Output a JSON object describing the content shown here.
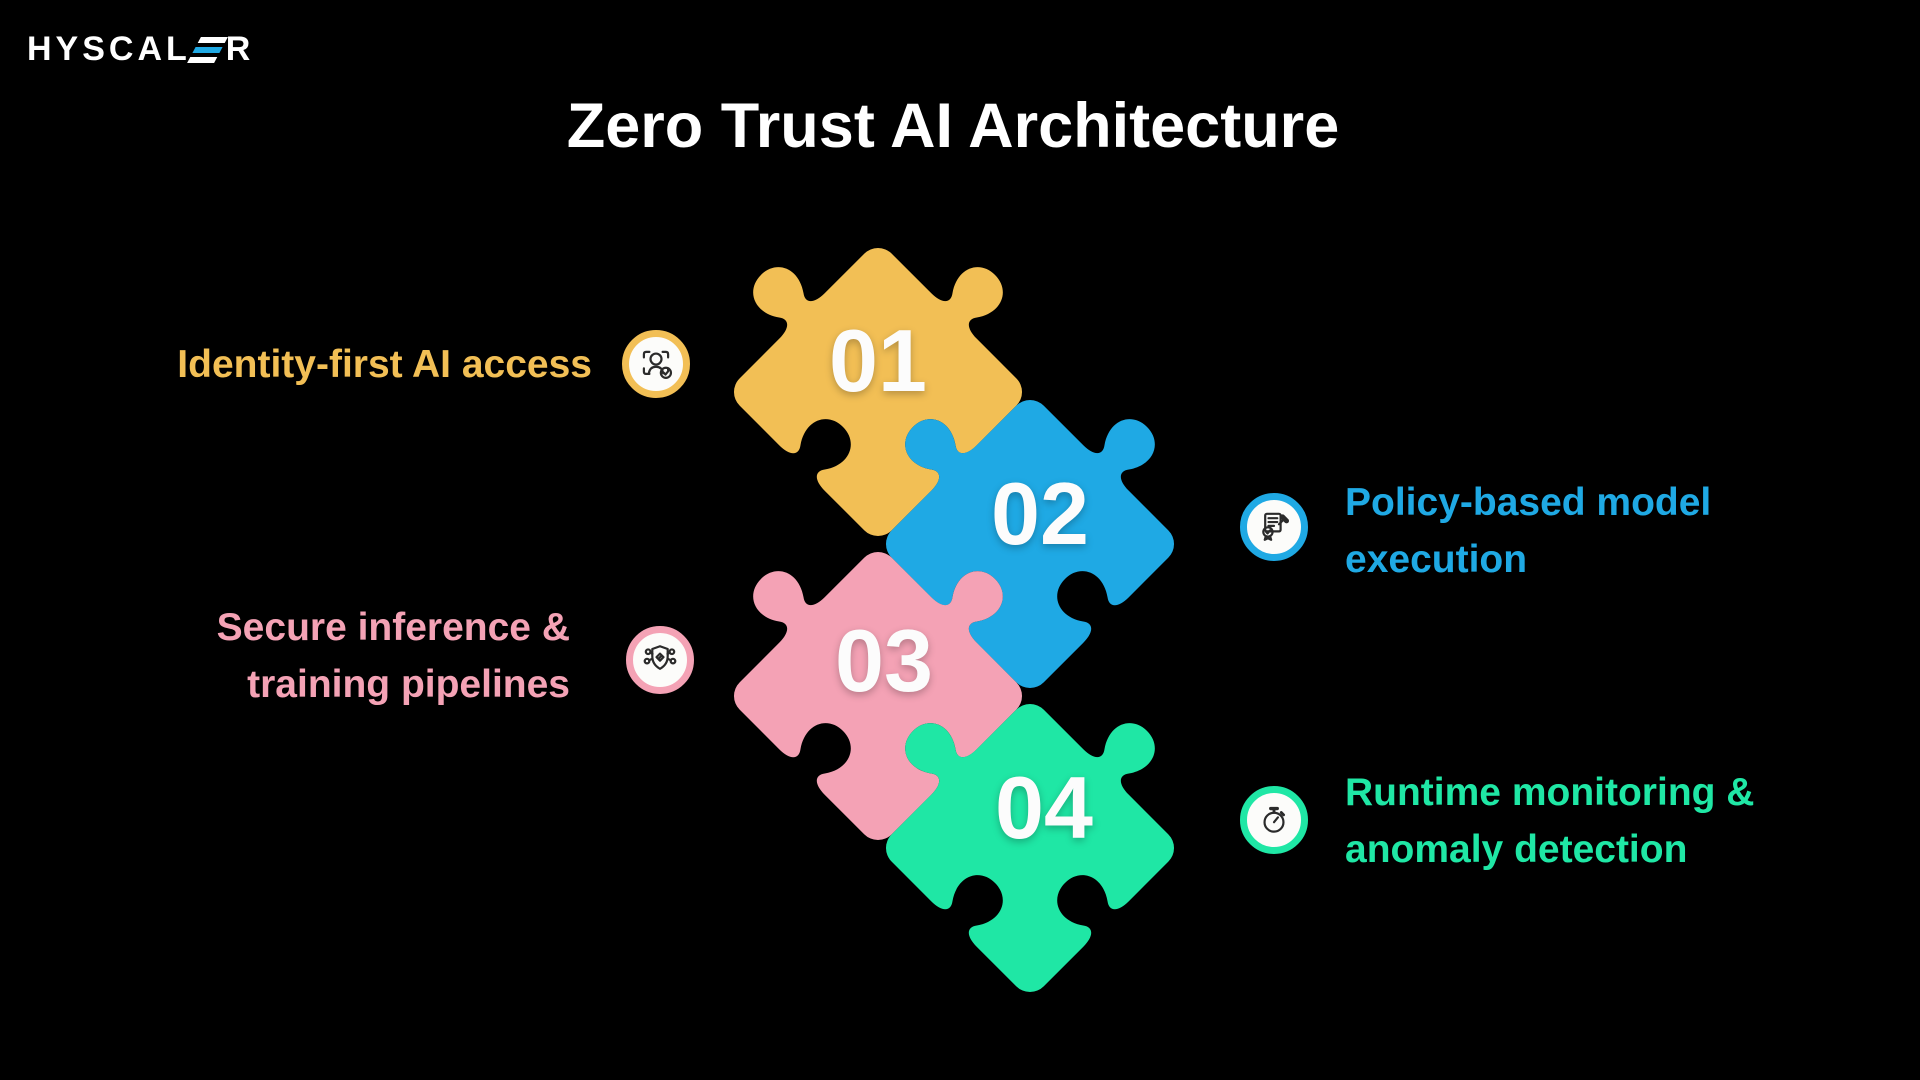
{
  "background": "#000000",
  "logo": {
    "prefix": "HYSCAL",
    "stylized_letter": "E",
    "suffix": "R",
    "accent_color": "#1FA9E4"
  },
  "title": "Zero Trust AI Architecture",
  "steps": [
    {
      "number": "01",
      "label": "Identity-first AI access",
      "color": "#F2BF55",
      "icon": "face-id-check"
    },
    {
      "number": "02",
      "label": "Policy-based model\nexecution",
      "color": "#1FA9E4",
      "icon": "policy-document"
    },
    {
      "number": "03",
      "label": "Secure inference &\ntraining pipelines",
      "color": "#F4A2B5",
      "icon": "shield-network"
    },
    {
      "number": "04",
      "label": "Runtime monitoring &\nanomaly detection",
      "color": "#1FE7A5",
      "icon": "stopwatch"
    }
  ]
}
